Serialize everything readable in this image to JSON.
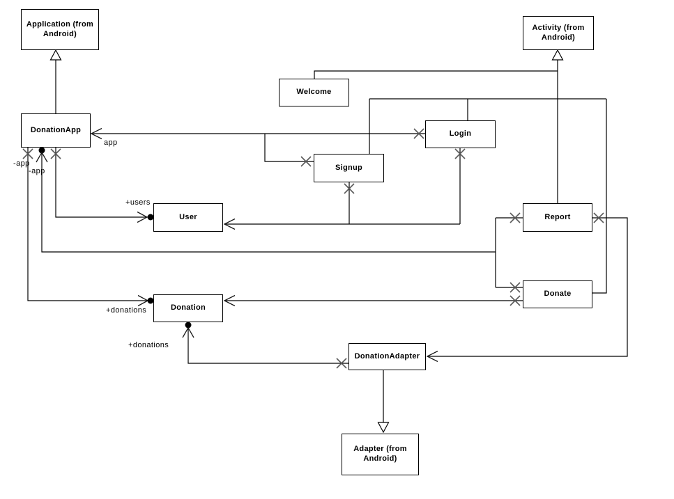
{
  "diagram_type": "uml-class-diagram",
  "colors": {
    "background": "#ffffff",
    "line": "#000000",
    "x_marker": "#5a5a5a",
    "box_border": "#000000",
    "text": "#000000"
  },
  "nodes": [
    {
      "id": "application",
      "label": "Application (from Android)"
    },
    {
      "id": "activity",
      "label": "Activity (from Android)"
    },
    {
      "id": "welcome",
      "label": "Welcome"
    },
    {
      "id": "donationapp",
      "label": "DonationApp"
    },
    {
      "id": "login",
      "label": "Login"
    },
    {
      "id": "signup",
      "label": "Signup"
    },
    {
      "id": "user",
      "label": "User"
    },
    {
      "id": "report",
      "label": "Report"
    },
    {
      "id": "donate",
      "label": "Donate"
    },
    {
      "id": "donation",
      "label": "Donation"
    },
    {
      "id": "donationadapter",
      "label": "DonationAdapter"
    },
    {
      "id": "adapter",
      "label": "Adapter (from Android)"
    }
  ],
  "edge_labels": {
    "app": "app",
    "minus_app_1": "-app",
    "minus_app_2": "-app",
    "plus_users": "+users",
    "plus_donations_1": "+donations",
    "plus_donations_2": "+donations"
  }
}
